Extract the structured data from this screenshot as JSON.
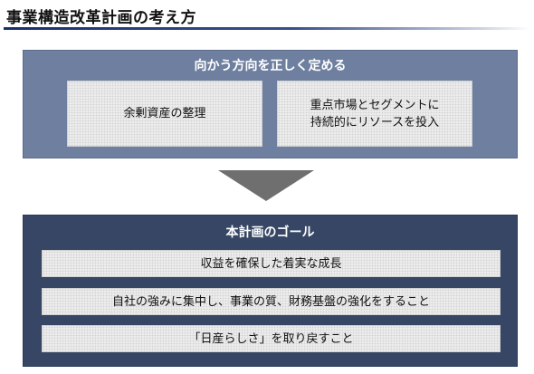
{
  "title": "事業構造改革計画の考え方",
  "direction": {
    "heading": "向かう方向を正しく定める",
    "items": [
      {
        "lines": [
          "余剰資産の整理"
        ]
      },
      {
        "lines": [
          "重点市場とセグメントに",
          "持続的にリソースを投入"
        ]
      }
    ]
  },
  "goal": {
    "heading": "本計画のゴール",
    "items": [
      "収益を確保した着実な成長",
      "自社の強みに集中し、事業の質、財務基盤の強化をすること",
      "「日産らしさ」を取り戻すこと"
    ]
  },
  "colors": {
    "title_rule": "#1c2f6b",
    "direction_panel": "#6e7f9f",
    "goal_panel": "#364664",
    "arrow": "#6f6f6f",
    "box_bg": "#ececec"
  }
}
